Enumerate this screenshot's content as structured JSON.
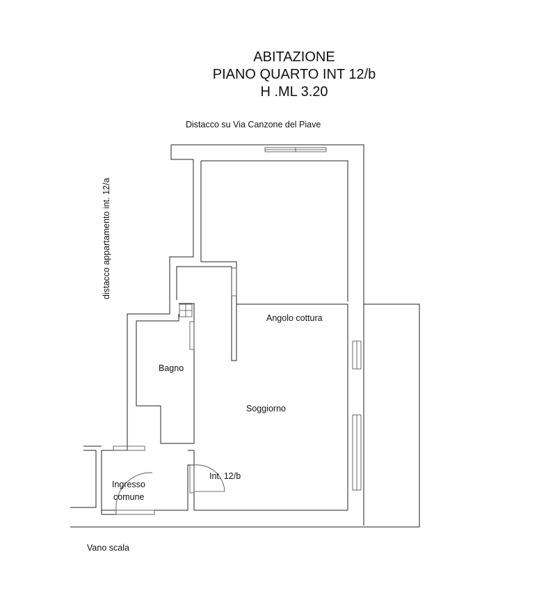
{
  "title": {
    "line1": "ABITAZIONE",
    "line2": "PIANO QUARTO INT 12/b",
    "line3": "H .ML 3.20"
  },
  "labels": {
    "top_distance": "Distacco su Via Canzone del Piave",
    "left_distance": "distacco appartamento int. 12/a",
    "kitchen": "Angolo cottura",
    "bathroom": "Bagno",
    "living_room": "Soggiorno",
    "apartment_entry": "Int. 12/b",
    "common_entrance_1": "Ingresso",
    "common_entrance_2": "comune",
    "stairwell": "Vano scala"
  },
  "colors": {
    "line": "#222222",
    "background": "#ffffff"
  }
}
